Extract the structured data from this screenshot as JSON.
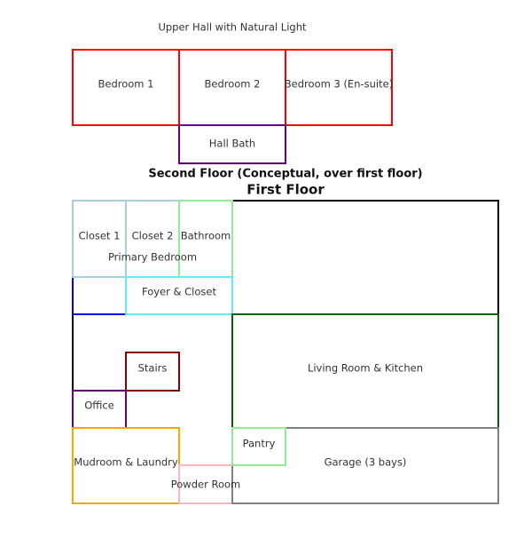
{
  "upper_title": "Upper Hall with Natural Light",
  "second_floor_title": "Second Floor (Conceptual, over first floor)",
  "first_floor_title": "First Floor",
  "rooms": {
    "bedroom1": {
      "label": "Bedroom 1",
      "color": "#ff0000"
    },
    "bedroom2": {
      "label": "Bedroom 2",
      "color": "#ff0000"
    },
    "bedroom3": {
      "label": "Bedroom 3 (En-suite)",
      "color": "#ff0000"
    },
    "hall_bath": {
      "label": "Hall Bath",
      "color": "#6a0080"
    },
    "outline": {
      "color": "#000000"
    },
    "primary_bedroom": {
      "label": "Primary Bedroom",
      "color": "#0000ff"
    },
    "closet1": {
      "label": "Closet 1",
      "color": "#a8cfe0"
    },
    "closet2": {
      "label": "Closet 2",
      "color": "#a8cfe0"
    },
    "bathroom": {
      "label": "Bathroom",
      "color": "#90ee90"
    },
    "foyer": {
      "label": "Foyer & Closet",
      "color": "#5ff0f5"
    },
    "stairs": {
      "label": "Stairs",
      "color": "#8b0000"
    },
    "office": {
      "label": "Office",
      "color": "#6a0080"
    },
    "living": {
      "label": "Living Room & Kitchen",
      "color": "#006400"
    },
    "mudroom": {
      "label": "Mudroom & Laundry",
      "color": "#ffa500"
    },
    "powder": {
      "label": "Powder Room",
      "color": "#ffb6c1"
    },
    "garage": {
      "label": "Garage (3 bays)",
      "color": "#808080"
    },
    "pantry": {
      "label": "Pantry",
      "color": "#90ee90"
    }
  }
}
